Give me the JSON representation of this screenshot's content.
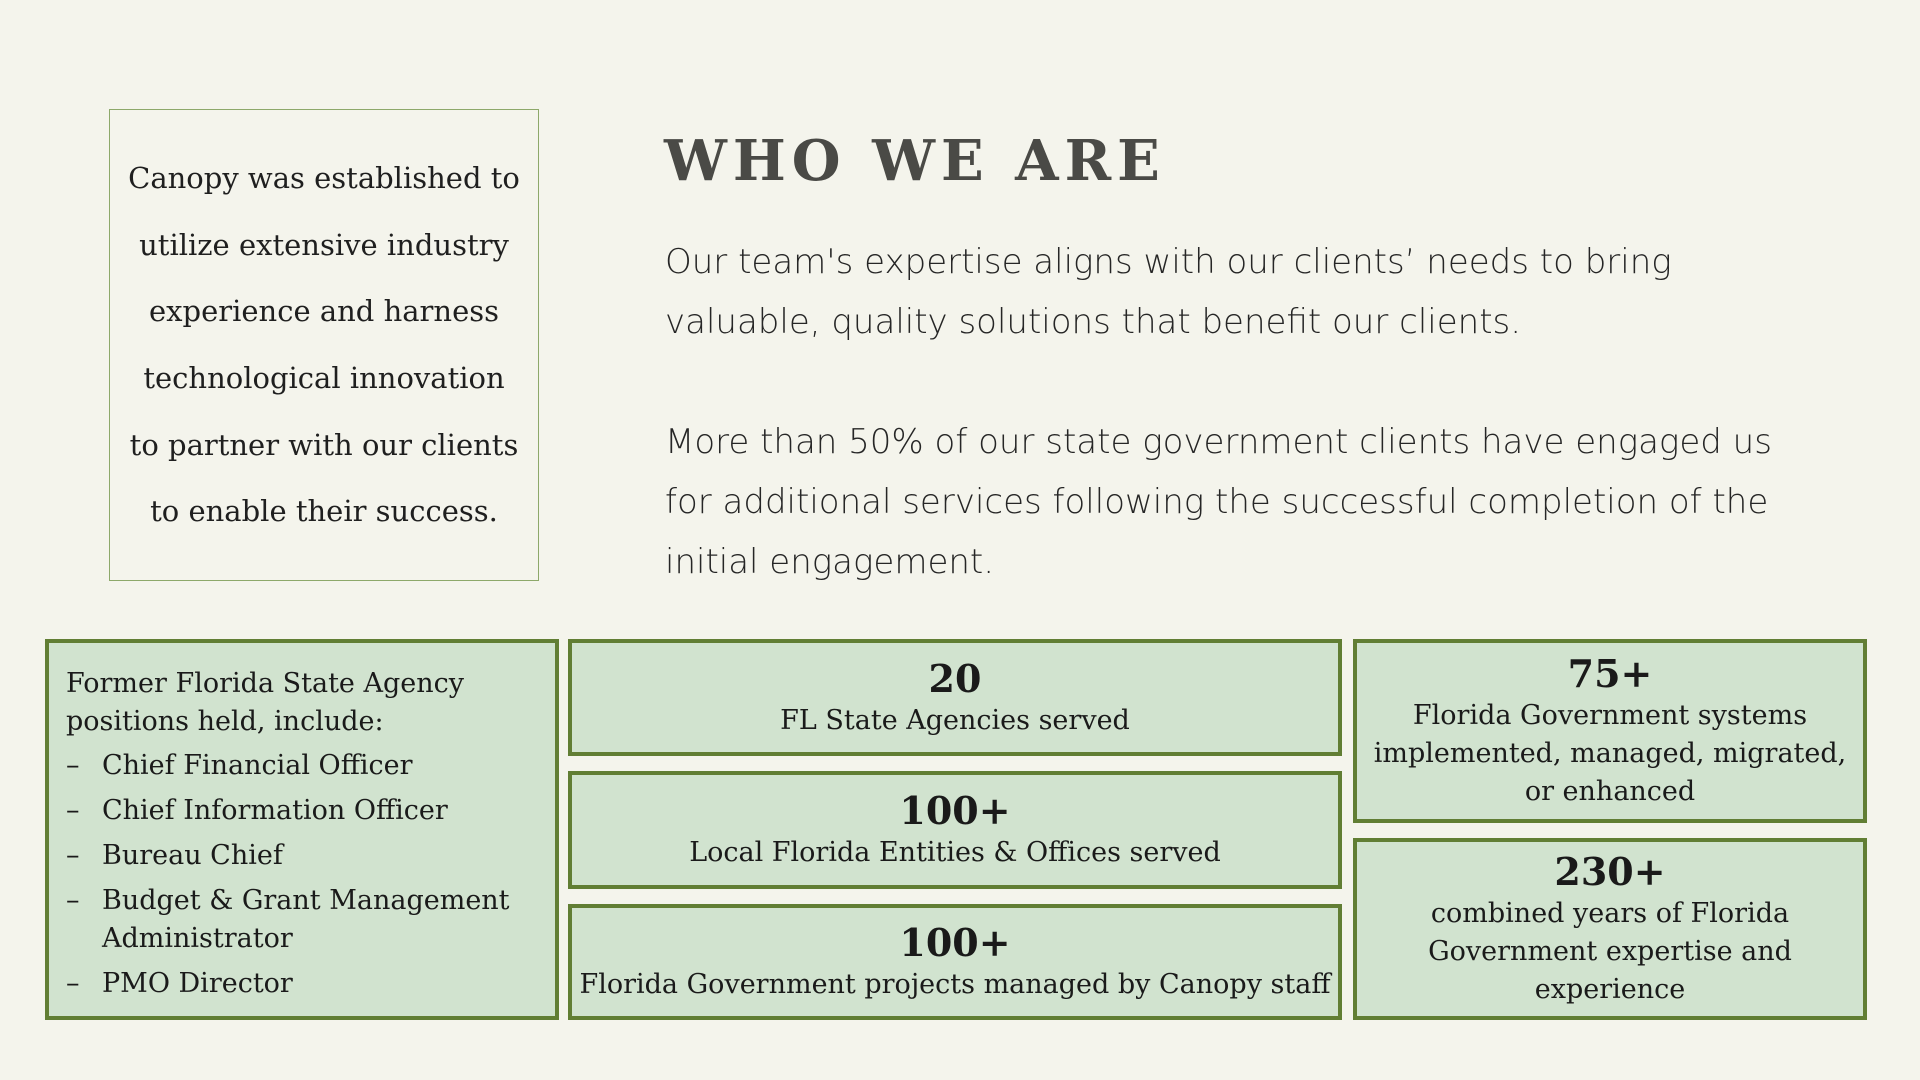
{
  "quote": {
    "text": "Canopy was established to utilize extensive industry experience and harness technological innovation to partner with our clients to enable their success."
  },
  "section": {
    "title": "WHO WE ARE",
    "paragraphs": [
      "Our team's expertise aligns with our clients’ needs to bring valuable, quality solutions that benefit our clients.",
      "More than 50% of our state government clients have engaged us for additional services following the successful completion of the initial engagement."
    ]
  },
  "positions": {
    "intro": "Former Florida State Agency positions held, include:",
    "items": [
      "Chief Financial Officer",
      "Chief Information Officer",
      "Bureau Chief",
      "Budget & Grant Management Administrator",
      "PMO Director"
    ]
  },
  "stats": [
    {
      "number": "20",
      "label": "FL State Agencies served"
    },
    {
      "number": "100+",
      "label": "Local Florida Entities & Offices served"
    },
    {
      "number": "100+",
      "label": "Florida Government projects managed by Canopy staff"
    },
    {
      "number": "75+",
      "label": "Florida Government systems implemented, managed, migrated, or enhanced"
    },
    {
      "number": "230+",
      "label": "combined years of Florida Government expertise and experience"
    }
  ],
  "colors": {
    "background": "#f4f4ec",
    "card_fill": "#d1e3cf",
    "card_border": "#617e34",
    "quote_border": "#8da86a",
    "title": "#4a4a46"
  }
}
